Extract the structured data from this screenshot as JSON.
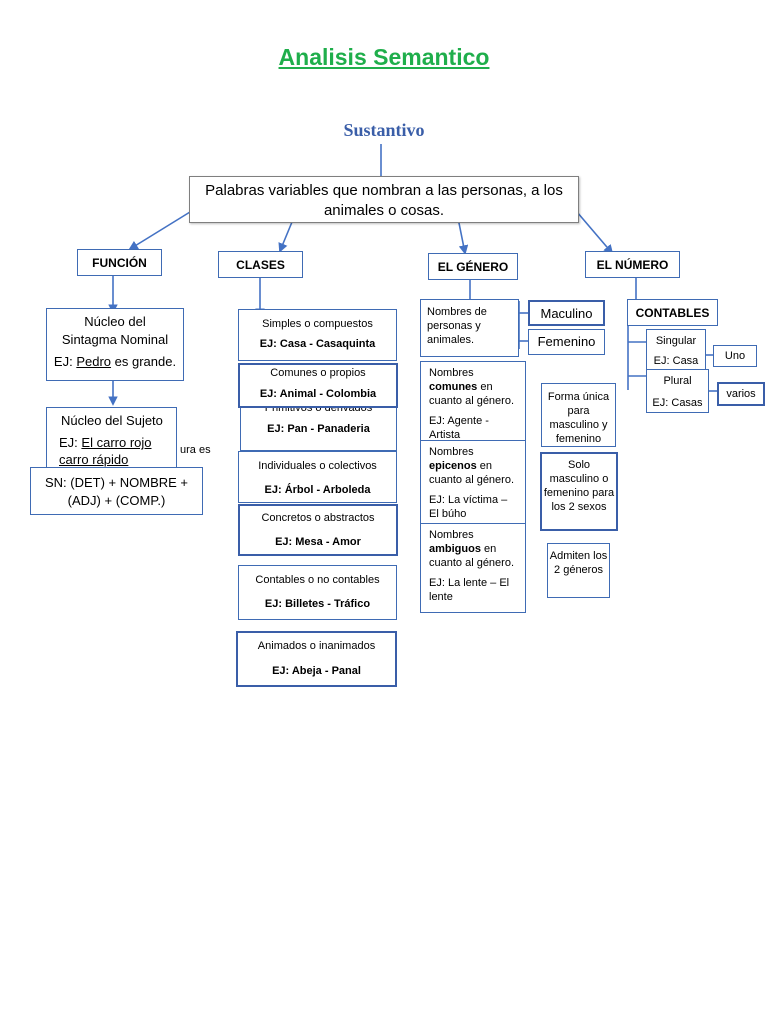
{
  "title": "Analisis Semantico",
  "root": "Sustantivo",
  "definition": {
    "text": "Palabras variables que nombran a las personas, a los animales o cosas."
  },
  "branches": {
    "funcion": "FUNCIÓN",
    "clases": "CLASES",
    "genero": "EL GÉNERO",
    "numero": "EL NÚMERO"
  },
  "funcion": {
    "nucleo_nominal": {
      "title": "Núcleo del Sintagma Nominal",
      "ej_label": "EJ:",
      "ej_word": "Pedro",
      "ej_rest": " es grande."
    },
    "nucleo_sujeto": {
      "title": "Núcleo del Sujeto",
      "ej_label": "EJ:",
      "ej_text": "El carro rojo",
      "ej_cut": "carro rápido",
      "overflow": "ura es"
    },
    "sn": "SN: (DET) + NOMBRE + (ADJ) + (COMP.)"
  },
  "clases": [
    {
      "label": "Simples o compuestos",
      "ej": "EJ: Casa - Casaquinta"
    },
    {
      "label": "Comunes o propios",
      "ej": "EJ: Animal - Colombia"
    },
    {
      "label": "Primitivos o derivados",
      "ej": "EJ: Pan - Panaderia"
    },
    {
      "label": "Individuales o colectivos",
      "ej": "EJ: Árbol - Arboleda"
    },
    {
      "label": "Concretos o abstractos",
      "ej": "EJ: Mesa - Amor"
    },
    {
      "label": "Contables o no contables",
      "ej": "EJ: Billetes - Tráfico"
    },
    {
      "label": "Animados o inanimados",
      "ej": "EJ: Abeja - Panal"
    }
  ],
  "genero": {
    "personas": "Nombres de personas y animales.",
    "masculino": "Maculino",
    "femenino": "Femenino",
    "comunes": {
      "pre": "Nombres ",
      "bold": "comunes",
      "post": " en cuanto al género.",
      "ej": "EJ: Agente - Artista"
    },
    "comunes_note": "Forma única para masculino y femenino",
    "epicenos": {
      "pre": "Nombres ",
      "bold": "epicenos",
      "post": " en cuanto al género.",
      "ej": "EJ: La víctima – El búho"
    },
    "epicenos_note": "Solo masculino o femenino para los 2 sexos",
    "ambiguos": {
      "pre": "Nombres ",
      "bold": "ambiguos",
      "post": " en cuanto al género.",
      "ej": "EJ: La lente – El lente"
    },
    "ambiguos_note": "Admiten los 2 géneros"
  },
  "numero": {
    "contables": "CONTABLES",
    "singular": "Singular",
    "singular_ej": "EJ: Casa",
    "uno": "Uno",
    "plural": "Plural",
    "plural_ej": "EJ: Casas",
    "varios": "varios"
  },
  "colors": {
    "title": "#1fae4b",
    "root": "#3a5ea8",
    "lines": "#4472c4"
  }
}
